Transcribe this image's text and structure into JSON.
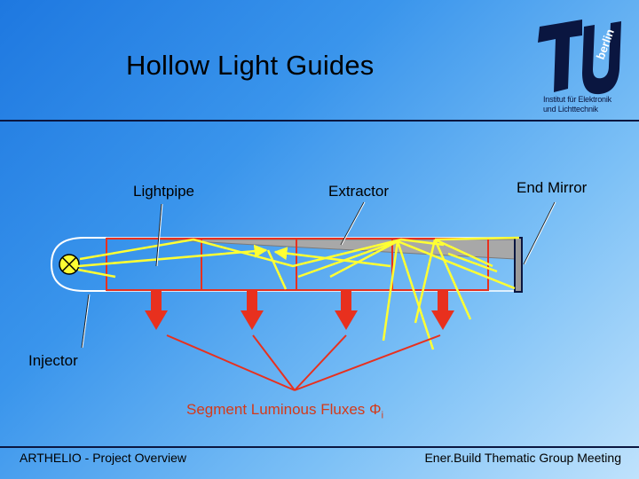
{
  "slide": {
    "title": "Hollow Light Guides"
  },
  "logo": {
    "wordmark": "berlin",
    "caption_line1": "Institut für Elektronik",
    "caption_line2": "und Lichttechnik"
  },
  "labels": {
    "lightpipe": "Lightpipe",
    "extractor": "Extractor",
    "end_mirror": "End Mirror",
    "injector": "Injector",
    "segment_fluxes": "Segment Luminous Fluxes Φ",
    "segment_fluxes_sub": "i"
  },
  "footer": {
    "left": "ARTHELIO - Project Overview",
    "right": "Ener.Build Thematic Group Meeting"
  },
  "colors": {
    "background_start": "#1e78e0",
    "background_end": "#bfe2fc",
    "segment_outline": "#e8301e",
    "light_rays": "#ffff33",
    "flux_arrows": "#e8301e",
    "extractor_fill": "#a8a8a8"
  }
}
